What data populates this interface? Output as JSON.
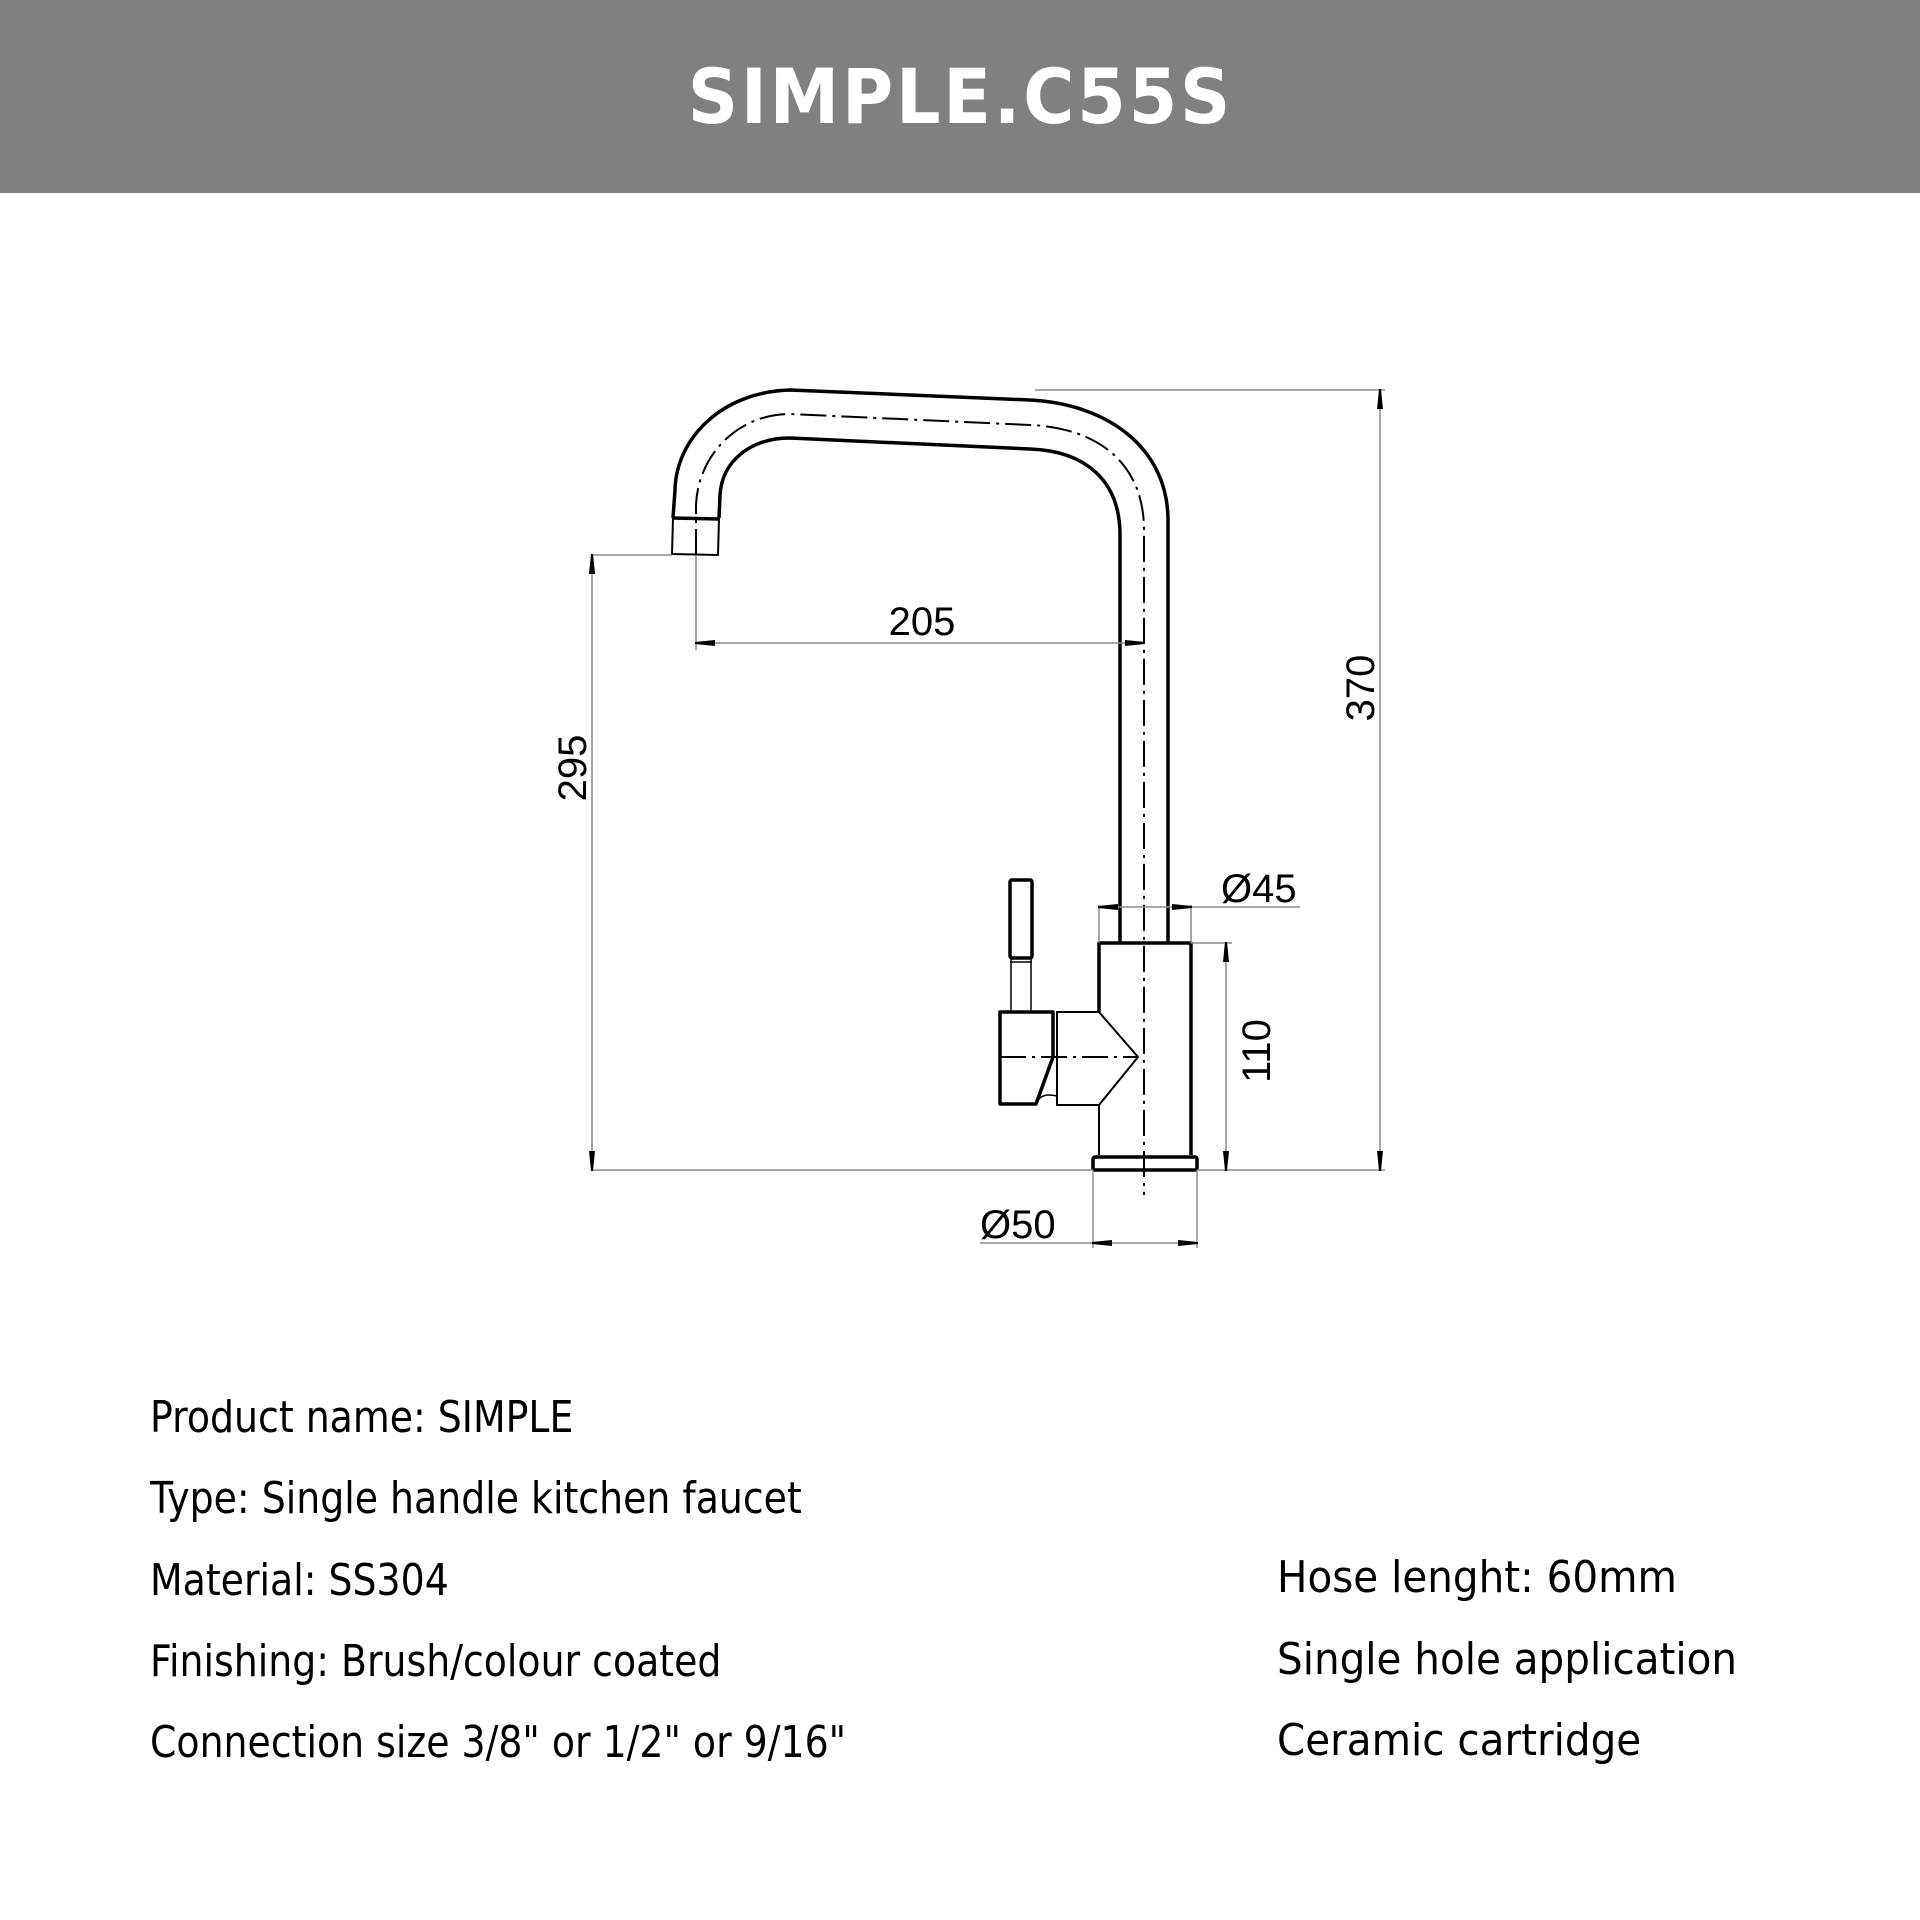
{
  "header": {
    "title": "SIMPLE.C55S",
    "background_color": "#808080",
    "text_color": "#ffffff"
  },
  "drawing": {
    "subject": "Single handle kitchen faucet side elevation",
    "units": "mm",
    "dimensions": {
      "spout_reach": {
        "label": "205",
        "value": 205,
        "orientation": "horizontal"
      },
      "spout_outlet_height": {
        "label": "295",
        "value": 295,
        "orientation": "vertical"
      },
      "overall_height": {
        "label": "370",
        "value": 370,
        "orientation": "vertical"
      },
      "body_height": {
        "label": "110",
        "value": 110,
        "orientation": "vertical"
      },
      "body_diameter": {
        "label": "Ø45",
        "value": 45,
        "symbol": "diameter"
      },
      "base_diameter": {
        "label": "Ø50",
        "value": 50,
        "symbol": "diameter"
      }
    },
    "line_color": "#000000",
    "dimension_line_color": "#8a8a8a"
  },
  "specs": {
    "left": [
      {
        "label": "Product name",
        "value": "SIMPLE",
        "text": "Product name: SIMPLE"
      },
      {
        "label": "Type",
        "value": "Single handle kitchen faucet",
        "text": "Type: Single handle kitchen faucet"
      },
      {
        "label": "Material",
        "value": "SS304",
        "text": "Material: SS304"
      },
      {
        "label": "Finishing",
        "value": "Brush/colour coated",
        "text": "Finishing: Brush/colour coated"
      },
      {
        "label": "Connection size",
        "value": "3/8\" or 1/2\" or 9/16\"",
        "text": "Connection size 3/8\" or 1/2\" or 9/16\""
      }
    ],
    "right": [
      {
        "label": "Hose lenght",
        "value": "60mm",
        "text": "Hose lenght: 60mm"
      },
      {
        "text": "Single hole application"
      },
      {
        "text": "Ceramic cartridge"
      }
    ]
  }
}
